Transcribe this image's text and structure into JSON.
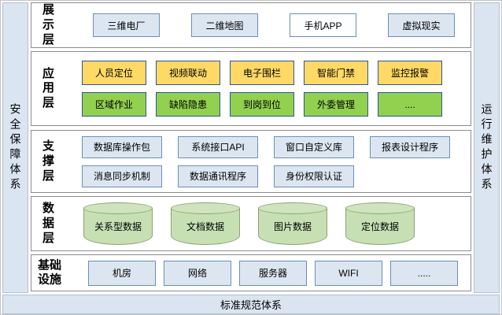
{
  "diagram": {
    "left_bar": "安全保障体系",
    "right_bar": "运行维护体系",
    "bottom_bar": "标准规范体系",
    "layers": [
      {
        "id": "display",
        "label": "展示层",
        "rows": [
          {
            "variant": "blue",
            "variants": [
              "blue",
              "blue",
              "white",
              "blue"
            ],
            "items": [
              "三维电厂",
              "二维地图",
              "手机APP",
              "虚拟现实"
            ]
          }
        ]
      },
      {
        "id": "application",
        "label": "应用层",
        "rows": [
          {
            "variant": "yellow",
            "items": [
              "人员定位",
              "视频联动",
              "电子围栏",
              "智能门禁",
              "监控报警"
            ]
          },
          {
            "variant": "green",
            "items": [
              "区域作业",
              "缺陷隐患",
              "到岗到位",
              "外委管理",
              "...."
            ]
          }
        ]
      },
      {
        "id": "support",
        "label": "支撑层",
        "rows": [
          {
            "variant": "blue",
            "items": [
              "数据库操作包",
              "系统接口API",
              "窗口自定义库",
              "报表设计程序"
            ]
          },
          {
            "variant": "blue",
            "items": [
              "消息同步机制",
              "数据通讯程序",
              "身份权限认证"
            ]
          }
        ]
      },
      {
        "id": "data",
        "label": "数据层",
        "rows": [
          {
            "variant": "cylinder",
            "items": [
              "关系型数据",
              "文档数据",
              "图片数据",
              "定位数据"
            ]
          }
        ]
      },
      {
        "id": "infrastructure",
        "label": "基础设施",
        "rows": [
          {
            "variant": "blue",
            "items": [
              "机房",
              "网络",
              "服务器",
              "WIFI",
              "....."
            ]
          }
        ]
      }
    ],
    "colors": {
      "panel_blue": "#dbe5f1",
      "box_blue": "#dce6f1",
      "box_white": "#fdfeff",
      "box_yellow": "#ffd966",
      "box_green": "#92d050",
      "cylinder_green": "#c6e0b4",
      "box_border_blue": "#6a8fb5",
      "box_border_dark": "#2f5597",
      "layer_border_gray": "#8c8c8c"
    }
  }
}
